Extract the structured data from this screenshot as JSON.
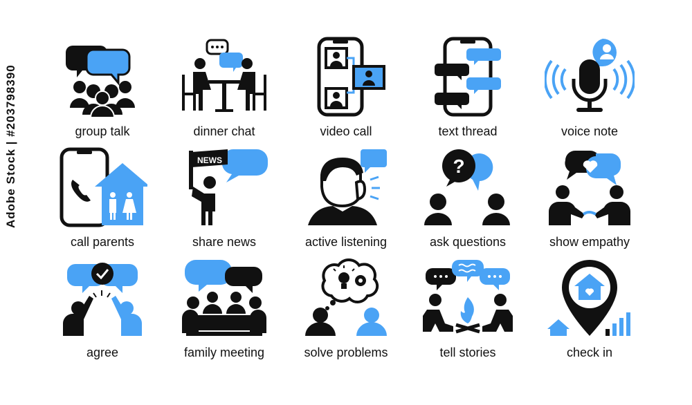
{
  "colors": {
    "dark": "#111111",
    "accent": "#4aa3f5"
  },
  "stock_id": "Adobe Stock | #203798390",
  "icons": [
    {
      "label": "group talk",
      "icon": "group-talk-icon"
    },
    {
      "label": "dinner chat",
      "icon": "dinner-chat-icon"
    },
    {
      "label": "video call",
      "icon": "video-call-icon"
    },
    {
      "label": "text thread",
      "icon": "text-thread-icon"
    },
    {
      "label": "voice note",
      "icon": "voice-note-icon"
    },
    {
      "label": "call parents",
      "icon": "call-parents-icon"
    },
    {
      "label": "share news",
      "icon": "share-news-icon",
      "sign_text": "NEWS"
    },
    {
      "label": "active listening",
      "icon": "active-listening-icon"
    },
    {
      "label": "ask questions",
      "icon": "ask-questions-icon",
      "mark": "?"
    },
    {
      "label": "show empathy",
      "icon": "show-empathy-icon"
    },
    {
      "label": "agree",
      "icon": "agree-icon"
    },
    {
      "label": "family meeting",
      "icon": "family-meeting-icon"
    },
    {
      "label": "solve problems",
      "icon": "solve-problems-icon"
    },
    {
      "label": "tell stories",
      "icon": "tell-stories-icon"
    },
    {
      "label": "check in",
      "icon": "check-in-icon"
    }
  ]
}
